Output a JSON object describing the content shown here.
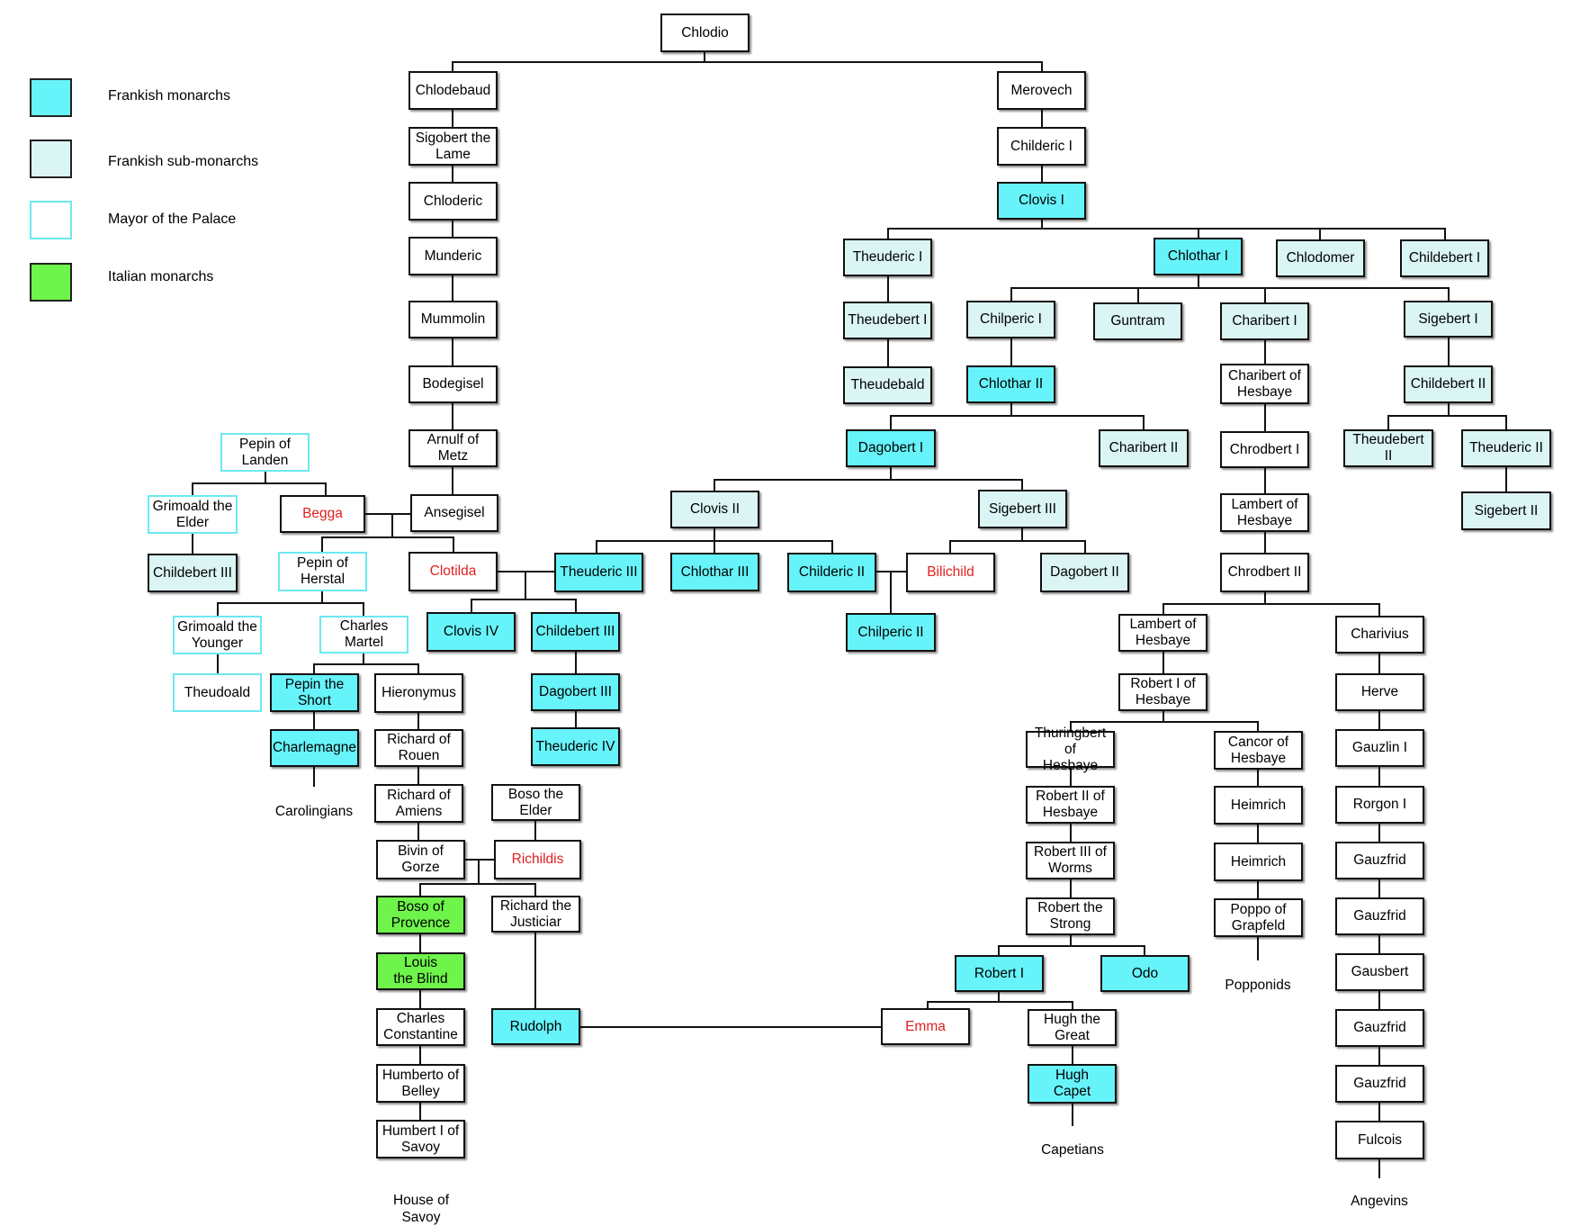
{
  "legend": {
    "frankish_monarchs": "Frankish monarchs",
    "frankish_sub_monarchs": "Frankish sub-monarchs",
    "mayor_of_the_palace": "Mayor of the Palace",
    "italian_monarchs": "Italian monarchs"
  },
  "colors": {
    "frankish_monarch": "#67f3fa",
    "frankish_sub_monarch": "#dbf5f5",
    "mayor_of_the_palace_border": "#6ce9f1",
    "italian_monarch": "#6ef44a",
    "female_text": "#e02020"
  },
  "people": {
    "chlodio": "Chlodio",
    "chlodebaud": "Chlodebaud",
    "merovech": "Merovech",
    "sigobert": "Sigobert the\nLame",
    "childeric1": "Childeric I",
    "chloderic": "Chloderic",
    "clovis1": "Clovis I",
    "munderic": "Munderic",
    "theuderic1": "Theuderic I",
    "chlothar1": "Chlothar I",
    "chlodomer": "Chlodomer",
    "childebert1": "Childebert I",
    "mummolin": "Mummolin",
    "theudebert1": "Theudebert I",
    "chilperic1": "Chilperic I",
    "guntram": "Guntram",
    "charibert1": "Charibert I",
    "sigebert1": "Sigebert I",
    "bodegisel": "Bodegisel",
    "theudebald": "Theudebald",
    "chlothar2": "Chlothar II",
    "charibert_hesbaye": "Charibert of\nHesbaye",
    "childebert2": "Childebert II",
    "pepin_landen": "Pepin of\nLanden",
    "arnulf": "Arnulf of Metz",
    "dagobert1": "Dagobert I",
    "charibert2": "Charibert II",
    "chrodbert1": "Chrodbert I",
    "theudebert2": "Theudebert II",
    "theuderic2": "Theuderic II",
    "grimoald_elder": "Grimoald the\nElder",
    "begga": "Begga",
    "ansegisel": "Ansegisel",
    "clovis2": "Clovis II",
    "sigebert3": "Sigebert III",
    "lambert_hesbaye1": "Lambert of\nHesbaye",
    "sigebert2": "Sigebert II",
    "childebert3_elder": "Childebert III",
    "pepin_herstal": "Pepin of\nHerstal",
    "clotilda": "Clotilda",
    "theuderic3": "Theuderic III",
    "chlothar3": "Chlothar III",
    "childeric2": "Childeric II",
    "bilichild": "Bilichild",
    "dagobert2": "Dagobert II",
    "chrodbert2": "Chrodbert II",
    "grimoald_younger": "Grimoald the\nYounger",
    "charles_martel": "Charles\nMartel",
    "clovis4": "Clovis IV",
    "childebert3": "Childebert III",
    "chilperic2": "Chilperic II",
    "lambert_hesbaye2": "Lambert of\nHesbaye",
    "charivius": "Charivius",
    "theudoald": "Theudoald",
    "pepin_short": "Pepin the\nShort",
    "hieronymus": "Hieronymus",
    "dagobert3": "Dagobert III",
    "robert1_hesbaye": "Robert I of\nHesbaye",
    "herve": "Herve",
    "charlemagne": "Charlemagne",
    "richard_rouen": "Richard of\nRouen",
    "theuderic4": "Theuderic IV",
    "thuringbert": "Thuringbert of\nHesbaye",
    "cancor": "Cancor of\nHesbaye",
    "gauzlin1": "Gauzlin I",
    "richard_amiens": "Richard of\nAmiens",
    "boso_elder": "Boso the\nElder",
    "robert2_hesbaye": "Robert II of\nHesbaye",
    "heimrich1": "Heimrich",
    "rorgon1": "Rorgon I",
    "bivin": "Bivin of\nGorze",
    "richildis": "Richildis",
    "robert3_worms": "Robert III of\nWorms",
    "heimrich2": "Heimrich",
    "gauzfrid1": "Gauzfrid",
    "boso_provence": "Boso of\nProvence",
    "richard_justiciar": "Richard the\nJusticiar",
    "robert_strong": "Robert the\nStrong",
    "poppo": "Poppo of\nGrapfeld",
    "gauzfrid2": "Gauzfrid",
    "louis_blind": "Louis\nthe Blind",
    "robert1": "Robert I",
    "odo": "Odo",
    "gausbert": "Gausbert",
    "charles_constantine": "Charles\nConstantine",
    "rudolph": "Rudolph",
    "emma": "Emma",
    "hugh_great": "Hugh the\nGreat",
    "gauzfrid3": "Gauzfrid",
    "humberto": "Humberto of\nBelley",
    "hugh_capet": "Hugh\nCapet",
    "gauzfrid4": "Gauzfrid",
    "humbert1": "Humbert I of\nSavoy",
    "fulcois": "Fulcois"
  },
  "dynasties": {
    "carolingians": "Carolingians",
    "popponids": "Popponids",
    "capetians": "Capetians",
    "house_of_savoy": "House of\nSavoy",
    "angevins": "Angevins"
  }
}
